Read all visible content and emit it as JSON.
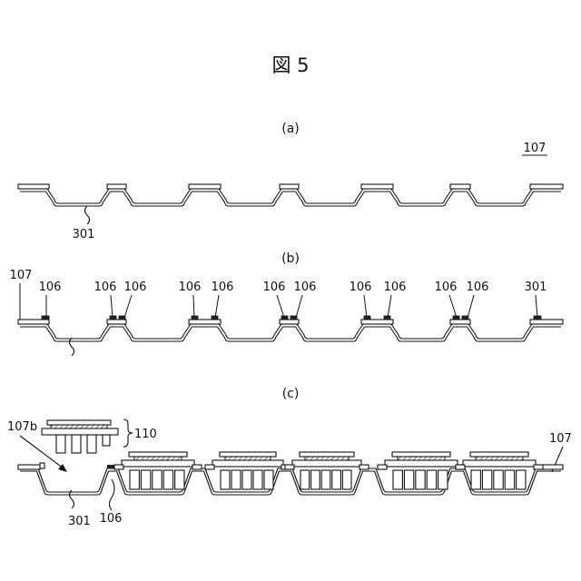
{
  "figure": {
    "title": "図 5",
    "panels": [
      {
        "caption": "(a)",
        "labels": [
          "107",
          "301"
        ]
      },
      {
        "caption": "(b)",
        "labels": [
          "107",
          "106",
          "106",
          "106",
          "106",
          "106",
          "106",
          "106",
          "106",
          "106",
          "106",
          "106",
          "301"
        ]
      },
      {
        "caption": "(c)",
        "labels": [
          "107b",
          "110",
          "107",
          "301",
          "106"
        ]
      }
    ]
  }
}
